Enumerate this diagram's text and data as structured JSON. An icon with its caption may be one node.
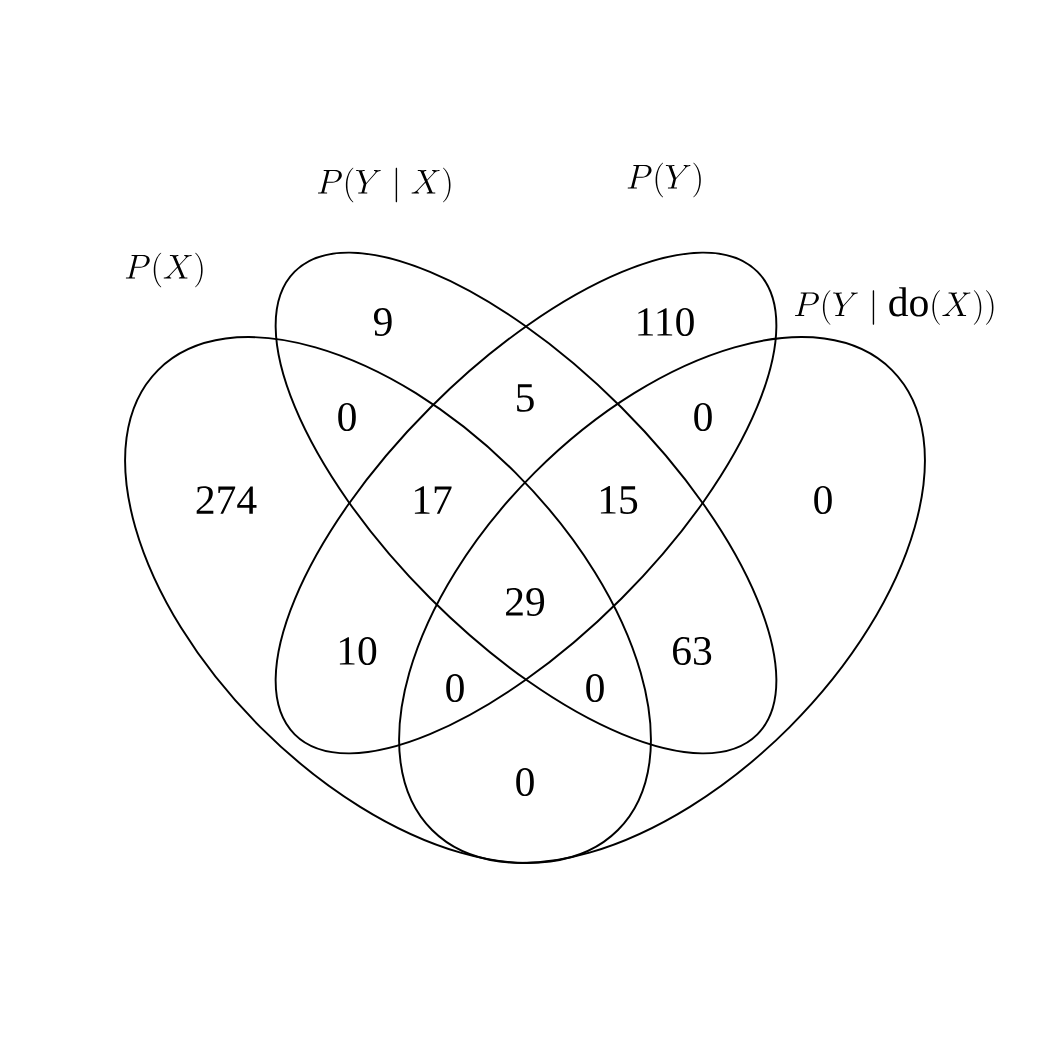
{
  "diagram": {
    "nodes": [
      {
        "text": [
          "P(X)"
        ]
      },
      {
        "text": [
          "P(Y \\mid X)"
        ]
      },
      {
        "text": [
          "P(Y)"
        ]
      },
      {
        "text": [
          "P(Y \\mid \\mathrm{do}(X))"
        ]
      }
    ],
    "labels": [
      "9",
      "110",
      "5",
      "0",
      "0",
      "274",
      "17",
      "15",
      "0",
      "29",
      "10",
      "63",
      "0",
      "0",
      "0"
    ]
  }
}
